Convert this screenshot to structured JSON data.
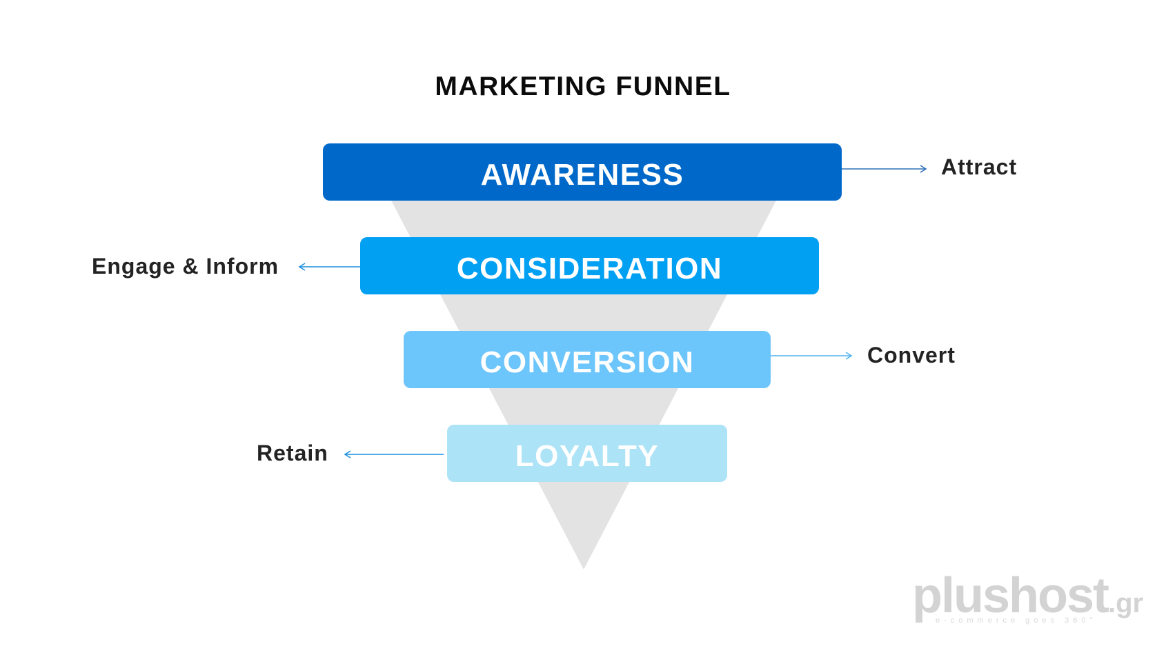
{
  "title": "MARKETING FUNNEL",
  "colors": {
    "funnel_background": "#e3e3e4",
    "awareness": "#0068c9",
    "consideration": "#02a0f2",
    "conversion": "#6cc5fb",
    "loyalty": "#ace3f6",
    "connector": "#1d8fdc",
    "label_text": "#232323"
  },
  "stages": [
    {
      "name": "AWARENESS",
      "side_label": "Attract",
      "side": "right"
    },
    {
      "name": "CONSIDERATION",
      "side_label": "Engage & Inform",
      "side": "left"
    },
    {
      "name": "CONVERSION",
      "side_label": "Convert",
      "side": "right"
    },
    {
      "name": "LOYALTY",
      "side_label": "Retain",
      "side": "left"
    }
  ],
  "watermark": {
    "brand": "plushost",
    "domain_suffix": ".gr",
    "tagline": "e-commerce goes 360°"
  }
}
